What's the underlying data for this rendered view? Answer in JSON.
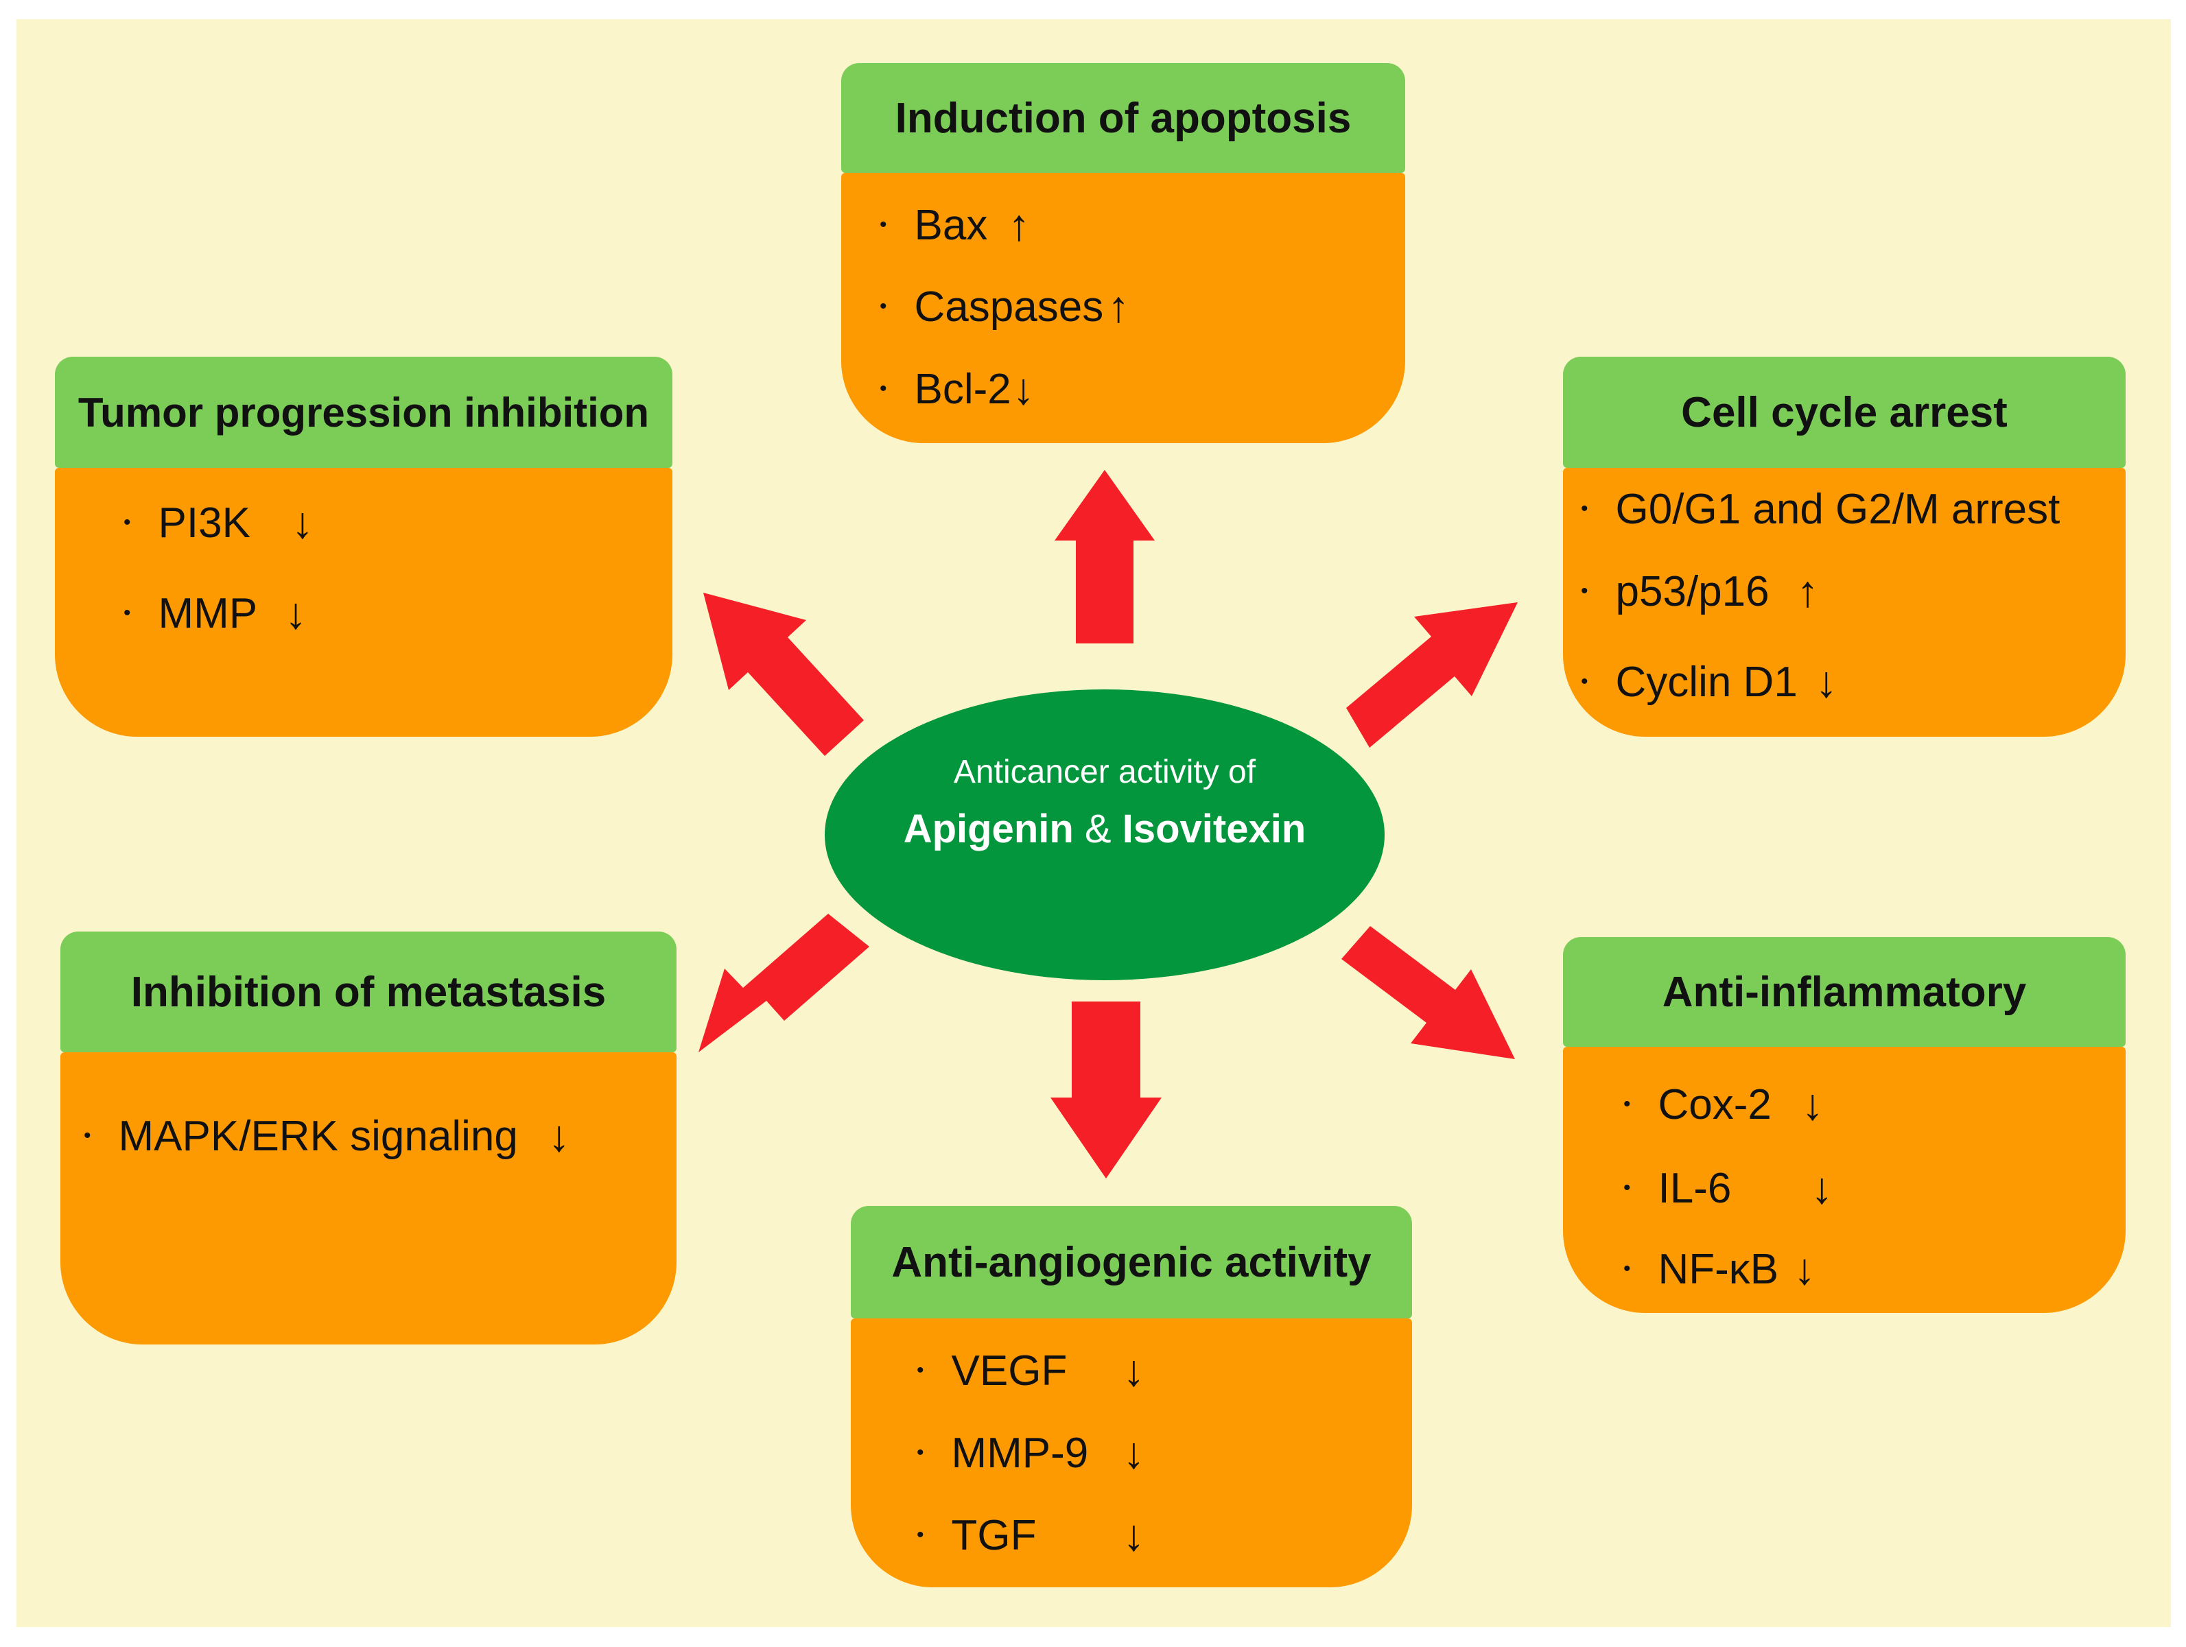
{
  "center": {
    "line1": "Anticancer activity of",
    "name1": "Apigenin",
    "amp": "&",
    "name2": "Isovitexin"
  },
  "boxes": {
    "apoptosis": {
      "title": "Induction of apoptosis",
      "items": [
        {
          "label": "Bax",
          "arrow": "↑"
        },
        {
          "label": "Caspases",
          "arrow": "↑"
        },
        {
          "label": "Bcl-2",
          "arrow": "↓"
        }
      ]
    },
    "tumor": {
      "title": "Tumor progression inhibition",
      "items": [
        {
          "label": "PI3K",
          "arrow": "↓"
        },
        {
          "label": "MMP",
          "arrow": "↓"
        }
      ]
    },
    "cellcycle": {
      "title": "Cell cycle arrest",
      "items": [
        {
          "label": "G0/G1 and G2/M arrest",
          "arrow": ""
        },
        {
          "label": "p53/p16",
          "arrow": "↑"
        },
        {
          "label": "Cyclin D1",
          "arrow": "↓"
        }
      ]
    },
    "metastasis": {
      "title": "Inhibition of metastasis",
      "items": [
        {
          "label": "MAPK/ERK signaling",
          "arrow": "↓"
        }
      ]
    },
    "inflammatory": {
      "title": "Anti-inflammatory",
      "items": [
        {
          "label": "Cox-2",
          "arrow": "↓"
        },
        {
          "label": "IL-6",
          "arrow": "↓"
        },
        {
          "label": "NF-κB",
          "arrow": "↓"
        }
      ]
    },
    "angiogenic": {
      "title": "Anti-angiogenic activity",
      "items": [
        {
          "label": "VEGF",
          "arrow": "↓"
        },
        {
          "label": "MMP-9",
          "arrow": "↓"
        },
        {
          "label": "TGF",
          "arrow": "↓"
        }
      ]
    }
  },
  "colors": {
    "background": "#fbf5cb",
    "header": "#7ccc58",
    "body": "#fd9a01",
    "center": "#03963d",
    "arrow": "#f41f27"
  }
}
